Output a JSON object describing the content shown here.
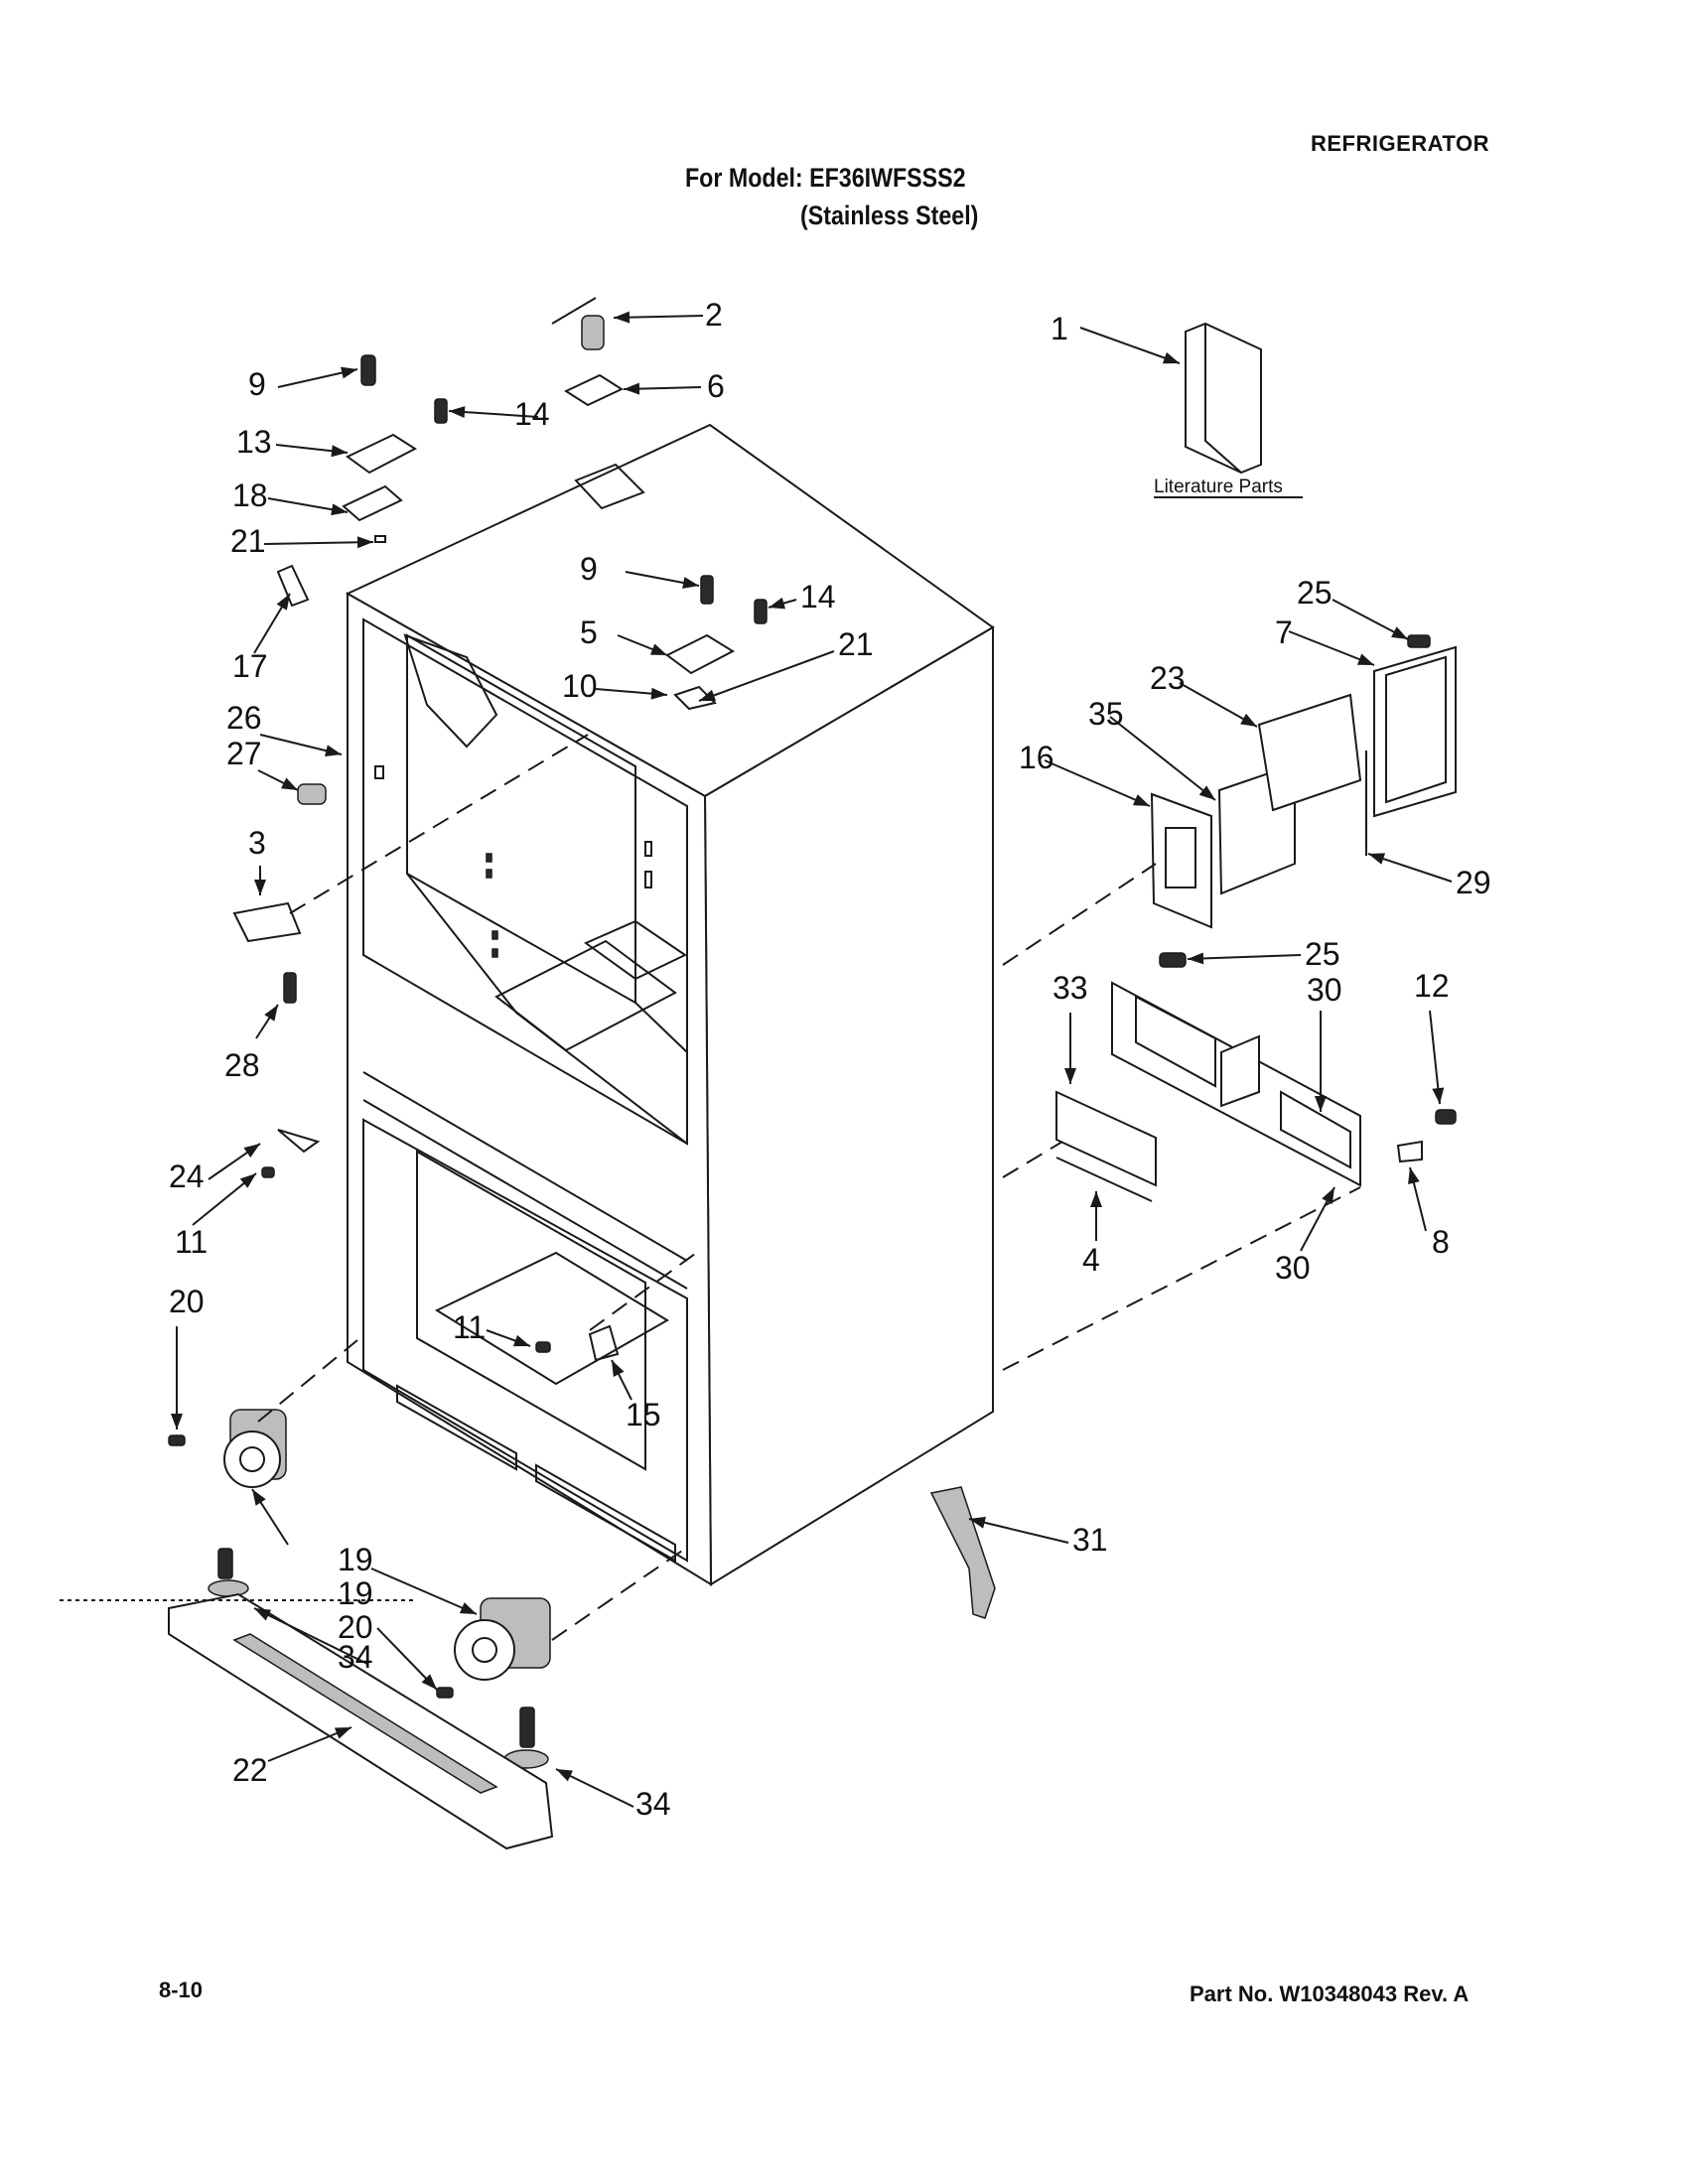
{
  "header": {
    "product": "REFRIGERATOR",
    "model_line": "For Model: EF36IWFSSS2",
    "variant_line": "(Stainless Steel)"
  },
  "literature": {
    "caption": "Literature Parts"
  },
  "callouts": [
    "1",
    "2",
    "3",
    "4",
    "5",
    "6",
    "7",
    "8",
    "9",
    "9",
    "10",
    "11",
    "11",
    "12",
    "13",
    "14",
    "14",
    "15",
    "16",
    "17",
    "18",
    "19",
    "19",
    "20",
    "20",
    "21",
    "21",
    "22",
    "23",
    "24",
    "25",
    "25",
    "26",
    "27",
    "28",
    "29",
    "30",
    "30",
    "31",
    "33",
    "34",
    "34",
    "35"
  ],
  "footer": {
    "date_code": "8-10",
    "part_number": "Part No. W10348043 Rev. A"
  }
}
